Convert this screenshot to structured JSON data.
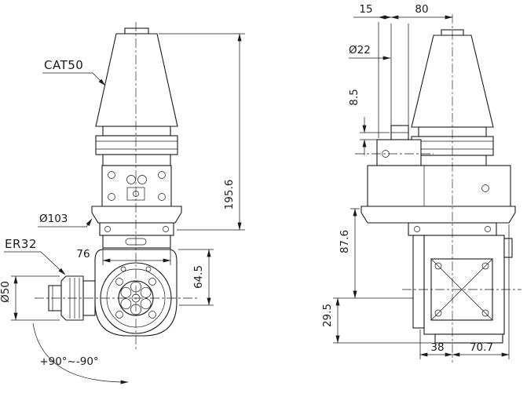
{
  "drawing_labels": {
    "left": {
      "taper": "CAT50",
      "flange_diameter": "Ø103",
      "body_width": "76",
      "collet_type": "ER32",
      "collet_nut_diameter": "Ø50",
      "swivel_range": "+90°~-90°",
      "overall_height": "195.6",
      "center_height": "64.5"
    },
    "right": {
      "pin_offset": "15",
      "pin_to_center": "80",
      "pin_diameter": "Ø22",
      "pin_height": "8.5",
      "body_height": "87.6",
      "base_height": "29.5",
      "base_width": "38",
      "head_length": "70.7"
    },
    "colors": {
      "line": "#1a1a1a",
      "background": "#ffffff"
    }
  }
}
